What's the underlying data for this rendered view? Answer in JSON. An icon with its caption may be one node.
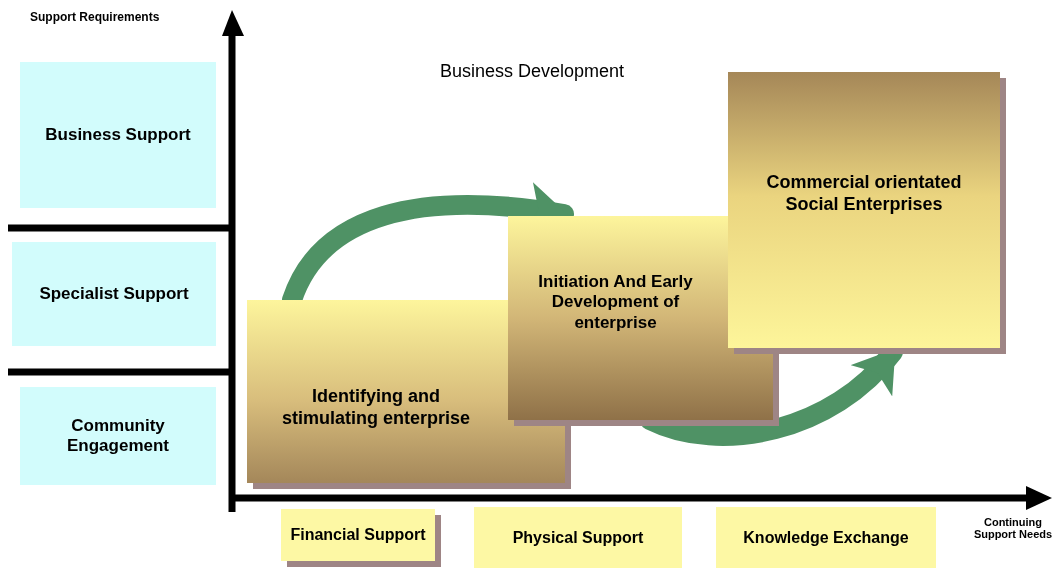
{
  "diagram": {
    "nodes": [
      {
        "text": [
          "Business Support"
        ]
      },
      {
        "text": [
          "Specialist Support"
        ]
      },
      {
        "text": [
          "Community Engagement"
        ]
      },
      {
        "text": [
          "Identifying and stimulating enterprise"
        ]
      },
      {
        "text": [
          "Initiation And Early Development of enterprise"
        ]
      },
      {
        "text": [
          "Commercial orientated Social Enterprises"
        ]
      },
      {
        "text": [
          "Financial Support"
        ]
      },
      {
        "text": [
          "Physical Support"
        ]
      },
      {
        "text": [
          "Knowledge Exchange"
        ]
      }
    ],
    "edges": [
      {
        "from": 3,
        "to": 4,
        "arrow": "to"
      },
      {
        "from": 4,
        "to": 5,
        "arrow": "to"
      }
    ],
    "labels": [
      "Support Requirements",
      "Business Development",
      "Continuing Support Needs"
    ]
  }
}
